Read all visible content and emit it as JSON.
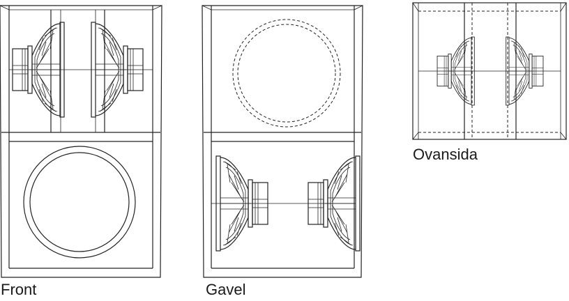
{
  "views": {
    "front": {
      "caption": "Front"
    },
    "side": {
      "caption": "Gavel"
    },
    "top": {
      "caption": "Ovansida"
    }
  }
}
